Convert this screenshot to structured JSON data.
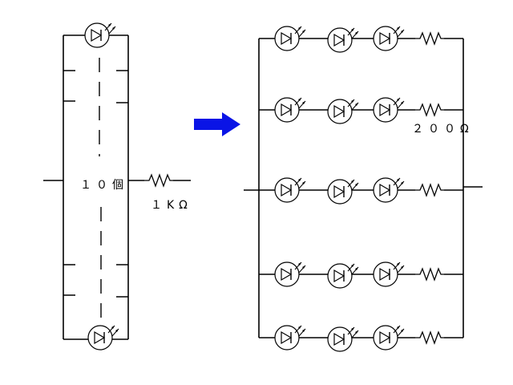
{
  "labels": {
    "led_count": "１０個",
    "series_resistor": "１KΩ",
    "parallel_resistor": "２００Ω"
  },
  "colors": {
    "wire": "#000000",
    "arrow": "#0a14e6",
    "background": "#ffffff"
  },
  "left_circuit": {
    "led_count": 10,
    "shown_leds": 2
  },
  "right_circuit": {
    "rows": 5,
    "leds_per_row": 3,
    "resistors_per_row": 1
  },
  "icons": [
    "led-icon",
    "resistor-icon",
    "arrow-icon"
  ]
}
